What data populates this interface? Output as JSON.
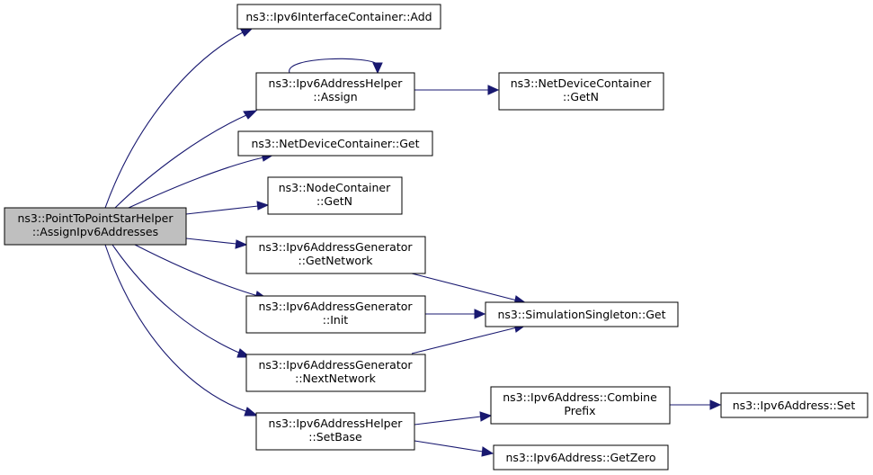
{
  "nodes": {
    "root": {
      "lines": [
        "ns3::PointToPointStarHelper",
        "::AssignIpv6Addresses"
      ],
      "highlighted": true
    },
    "container_add": {
      "lines": [
        "ns3::Ipv6InterfaceContainer::Add"
      ]
    },
    "helper_assign": {
      "lines": [
        "ns3::Ipv6AddressHelper",
        "::Assign"
      ]
    },
    "netdev_getn": {
      "lines": [
        "ns3::NetDeviceContainer",
        "::GetN"
      ]
    },
    "netdev_get": {
      "lines": [
        "ns3::NetDeviceContainer::Get"
      ]
    },
    "node_getn": {
      "lines": [
        "ns3::NodeContainer",
        "::GetN"
      ]
    },
    "gen_getnetwork": {
      "lines": [
        "ns3::Ipv6AddressGenerator",
        "::GetNetwork"
      ]
    },
    "gen_init": {
      "lines": [
        "ns3::Ipv6AddressGenerator",
        "::Init"
      ]
    },
    "gen_nextnetwork": {
      "lines": [
        "ns3::Ipv6AddressGenerator",
        "::NextNetwork"
      ]
    },
    "singleton_get": {
      "lines": [
        "ns3::SimulationSingleton::Get"
      ]
    },
    "helper_setbase": {
      "lines": [
        "ns3::Ipv6AddressHelper",
        "::SetBase"
      ]
    },
    "addr_combine": {
      "lines": [
        "ns3::Ipv6Address::Combine",
        "Prefix"
      ]
    },
    "addr_set": {
      "lines": [
        "ns3::Ipv6Address::Set"
      ]
    },
    "addr_getzero": {
      "lines": [
        "ns3::Ipv6Address::GetZero"
      ]
    }
  },
  "colors": {
    "edge": "#191970",
    "node_fill": "#ffffff",
    "root_fill": "#bfbfbf",
    "border": "#000000"
  }
}
